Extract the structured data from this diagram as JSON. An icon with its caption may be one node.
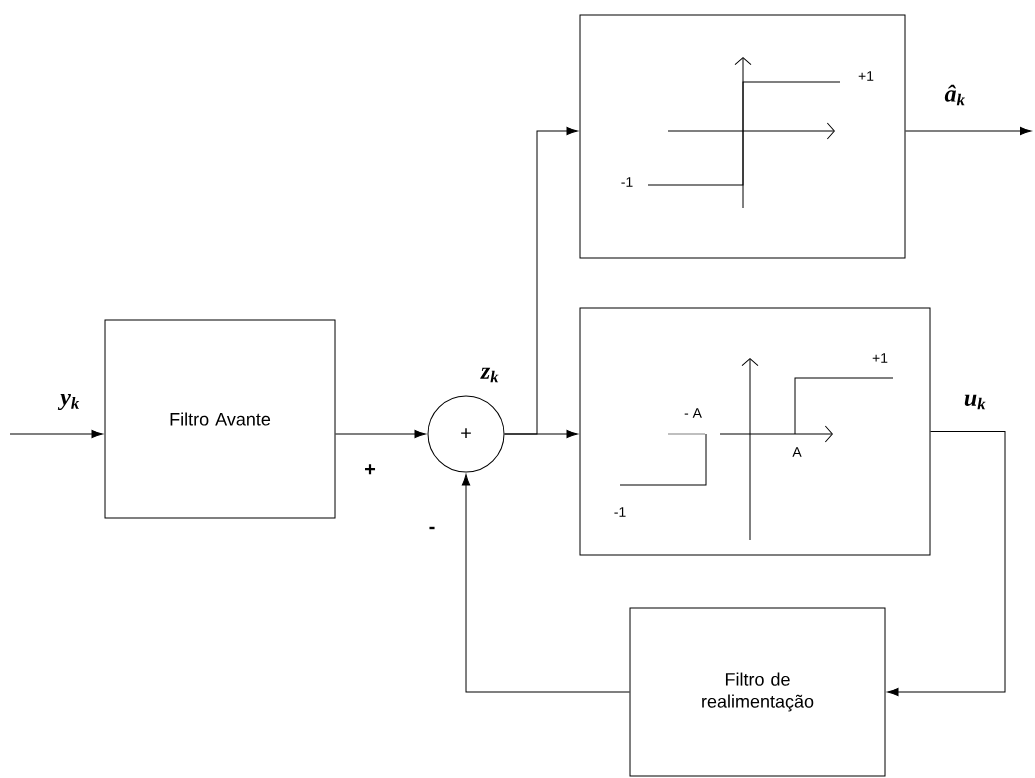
{
  "diagram": {
    "nodes": [
      {
        "text": [
          "Filtro Avante"
        ]
      },
      {
        "text": [
          "+"
        ]
      },
      {
        "text": [
          "+1",
          "-1"
        ]
      },
      {
        "text": [
          "+1",
          "- A",
          "A",
          "-1"
        ]
      },
      {
        "text": [
          "Filtro de realimentação"
        ]
      }
    ],
    "edges": [
      {
        "from": null,
        "to": 0,
        "arrow": "to",
        "label": "y$_{k}$"
      },
      {
        "from": 0,
        "to": 1,
        "arrow": "to",
        "label": "+"
      },
      {
        "from": 1,
        "to": 2,
        "arrow": "to"
      },
      {
        "from": 1,
        "to": 3,
        "arrow": "to",
        "label": "z$_{k}$"
      },
      {
        "from": 2,
        "to": null,
        "arrow": "to",
        "label": "â$_{k}$"
      },
      {
        "from": 3,
        "to": 4,
        "arrow": "to",
        "label": "u$_{k}$"
      },
      {
        "from": 4,
        "to": 1,
        "arrow": "to",
        "label": "-"
      }
    ]
  }
}
